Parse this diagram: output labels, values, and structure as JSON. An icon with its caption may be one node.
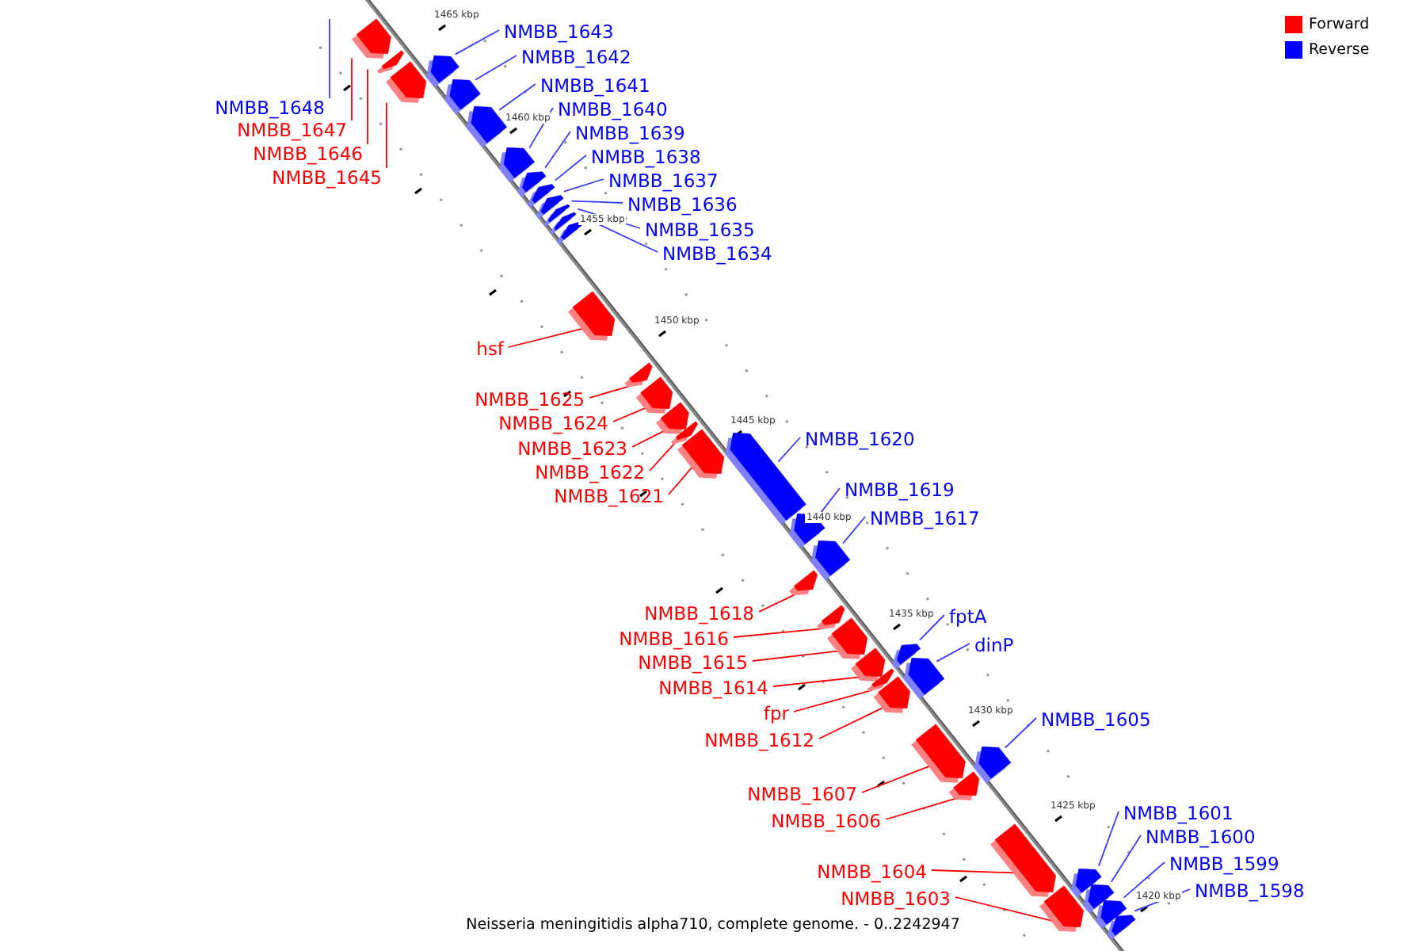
{
  "diagram": {
    "caption": "Neisseria meningitidis alpha710, complete genome. - 0..2242947",
    "nodes": [
      {
        "text": [
          "NMBB_1648"
        ]
      },
      {
        "text": [
          "NMBB_1647"
        ]
      },
      {
        "text": [],
        "shape": "bar"
      },
      {
        "text": [
          "NMBB_1646"
        ]
      },
      {
        "text": [],
        "shape": "bar"
      },
      {
        "text": [
          "NMBB_1645"
        ]
      },
      {
        "text": [],
        "shape": "bar"
      },
      {
        "text": [
          "NMBB_1643"
        ]
      },
      {
        "text": [],
        "shape": "bar"
      },
      {
        "text": [
          "NMBB_1642"
        ]
      },
      {
        "text": [],
        "shape": "bar"
      },
      {
        "text": [
          "NMBB_1641"
        ]
      },
      {
        "text": [],
        "shape": "bar"
      },
      {
        "text": [
          "NMBB_1640"
        ]
      },
      {
        "text": [],
        "shape": "bar"
      },
      {
        "text": [
          "NMBB_1639"
        ]
      },
      {
        "text": [],
        "shape": "bar"
      },
      {
        "text": [
          "NMBB_1638"
        ]
      },
      {
        "text": [],
        "shape": "bar"
      },
      {
        "text": [
          "NMBB_1637"
        ]
      },
      {
        "text": [],
        "shape": "bar"
      },
      {
        "text": [
          "NMBB_1636"
        ]
      },
      {
        "text": [],
        "shape": "bar"
      },
      {
        "text": [
          "NMBB_1635"
        ]
      },
      {
        "text": [],
        "shape": "bar"
      },
      {
        "text": [
          "NMBB_1634"
        ]
      },
      {
        "text": [],
        "shape": "bar"
      },
      {
        "text": [
          "hsf"
        ]
      },
      {
        "text": [],
        "shape": "bar"
      },
      {
        "text": [
          "NMBB_1625"
        ]
      },
      {
        "text": [],
        "shape": "bar"
      },
      {
        "text": [
          "NMBB_1624"
        ]
      },
      {
        "text": [],
        "shape": "bar"
      },
      {
        "text": [
          "NMBB_1623"
        ]
      },
      {
        "text": [],
        "shape": "bar"
      },
      {
        "text": [
          "NMBB_1622"
        ]
      },
      {
        "text": [],
        "shape": "bar"
      },
      {
        "text": [
          "NMBB_1621"
        ]
      },
      {
        "text": [],
        "shape": "bar"
      },
      {
        "text": [
          "NMBB_1620"
        ]
      },
      {
        "text": [],
        "shape": "bar"
      },
      {
        "text": [
          "NMBB_1619"
        ]
      },
      {
        "text": [],
        "shape": "bar"
      },
      {
        "text": [
          "NMBB_1617"
        ]
      },
      {
        "text": [],
        "shape": "bar"
      },
      {
        "text": [
          "NMBB_1618"
        ]
      },
      {
        "text": [],
        "shape": "bar"
      },
      {
        "text": [
          "NMBB_1616"
        ]
      },
      {
        "text": [],
        "shape": "bar"
      },
      {
        "text": [
          "NMBB_1615"
        ]
      },
      {
        "text": [],
        "shape": "bar"
      },
      {
        "text": [
          "NMBB_1614"
        ]
      },
      {
        "text": [],
        "shape": "bar"
      },
      {
        "text": [
          "fptA"
        ]
      },
      {
        "text": [],
        "shape": "bar"
      },
      {
        "text": [
          "dinP"
        ]
      },
      {
        "text": [],
        "shape": "bar"
      },
      {
        "text": [
          "fpr"
        ]
      },
      {
        "text": [],
        "shape": "bar"
      },
      {
        "text": [
          "NMBB_1612"
        ]
      },
      {
        "text": [],
        "shape": "bar"
      },
      {
        "text": [
          "NMBB_1605"
        ]
      },
      {
        "text": [],
        "shape": "bar"
      },
      {
        "text": [
          "NMBB_1607"
        ]
      },
      {
        "text": [],
        "shape": "bar"
      },
      {
        "text": [
          "NMBB_1606"
        ]
      },
      {
        "text": [],
        "shape": "bar"
      },
      {
        "text": [
          "NMBB_1601"
        ]
      },
      {
        "text": [],
        "shape": "bar"
      },
      {
        "text": [
          "NMBB_1600"
        ]
      },
      {
        "text": [],
        "shape": "bar"
      },
      {
        "text": [
          "NMBB_1604"
        ]
      },
      {
        "text": [],
        "shape": "bar"
      },
      {
        "text": [
          "NMBB_1599"
        ]
      },
      {
        "text": [],
        "shape": "bar"
      },
      {
        "text": [
          "NMBB_1603"
        ]
      },
      {
        "text": [],
        "shape": "bar"
      },
      {
        "text": [
          "NMBB_1598"
        ]
      },
      {
        "text": [],
        "shape": "bar"
      }
    ],
    "edges": [
      {
        "from": 0,
        "to": null,
        "arrow": "none"
      },
      {
        "from": 1,
        "to": 2,
        "arrow": "none",
        "color": "#ff0000"
      },
      {
        "from": 3,
        "to": 4,
        "arrow": "none",
        "color": "#ff0000"
      },
      {
        "from": 5,
        "to": 6,
        "arrow": "none",
        "color": "#ff0000"
      },
      {
        "from": 7,
        "to": 8,
        "arrow": "none"
      },
      {
        "from": 9,
        "to": 10,
        "arrow": "none"
      },
      {
        "from": 11,
        "to": 12,
        "arrow": "none"
      },
      {
        "from": 13,
        "to": 14,
        "arrow": "none"
      },
      {
        "from": 15,
        "to": 16,
        "arrow": "none"
      },
      {
        "from": 17,
        "to": 18,
        "arrow": "none"
      },
      {
        "from": 19,
        "to": 20,
        "arrow": "none"
      },
      {
        "from": 21,
        "to": 22,
        "arrow": "none"
      },
      {
        "from": 23,
        "to": 24,
        "arrow": "none"
      },
      {
        "from": 25,
        "to": 26,
        "arrow": "none"
      },
      {
        "from": 27,
        "to": 28,
        "arrow": "none",
        "color": "#ff0000"
      },
      {
        "from": 29,
        "to": 30,
        "arrow": "none",
        "color": "#ff0000"
      },
      {
        "from": 31,
        "to": 32,
        "arrow": "none",
        "color": "#ff0000"
      },
      {
        "from": 33,
        "to": 34,
        "arrow": "none",
        "color": "#ff0000"
      },
      {
        "from": 35,
        "to": 36,
        "arrow": "none",
        "color": "#ff0000"
      },
      {
        "from": 37,
        "to": 38,
        "arrow": "none",
        "color": "#ff0000"
      },
      {
        "from": 39,
        "to": 40,
        "arrow": "none"
      },
      {
        "from": 41,
        "to": 42,
        "arrow": "none"
      },
      {
        "from": 43,
        "to": 44,
        "arrow": "none"
      },
      {
        "from": 45,
        "to": 46,
        "arrow": "none",
        "color": "#ff0000"
      },
      {
        "from": 47,
        "to": 48,
        "arrow": "none",
        "color": "#ff0000"
      },
      {
        "from": 49,
        "to": 50,
        "arrow": "none",
        "color": "#ff0000"
      },
      {
        "from": 51,
        "to": 52,
        "arrow": "none",
        "color": "#ff0000"
      },
      {
        "from": 53,
        "to": 54,
        "arrow": "none"
      },
      {
        "from": 55,
        "to": 56,
        "arrow": "none"
      },
      {
        "from": 57,
        "to": 58,
        "arrow": "none",
        "color": "#ff0000"
      },
      {
        "from": 59,
        "to": 60,
        "arrow": "none",
        "color": "#ff0000"
      },
      {
        "from": 61,
        "to": 62,
        "arrow": "none"
      },
      {
        "from": 63,
        "to": 64,
        "arrow": "none",
        "color": "#ff0000"
      },
      {
        "from": 65,
        "to": 66,
        "arrow": "none",
        "color": "#ff0000"
      },
      {
        "from": 67,
        "to": 68,
        "arrow": "none"
      },
      {
        "from": 69,
        "to": 70,
        "arrow": "none"
      },
      {
        "from": 71,
        "to": 72,
        "arrow": "none",
        "color": "#ff0000"
      },
      {
        "from": 73,
        "to": 74,
        "arrow": "none"
      },
      {
        "from": 75,
        "to": 76,
        "arrow": "none",
        "color": "#ff0000"
      },
      {
        "from": 77,
        "to": 78,
        "arrow": "none"
      }
    ],
    "labels": [
      "1465 kbp",
      "1460 kbp",
      "1455 kbp",
      "1450 kbp",
      "1445 kbp",
      "1440 kbp",
      "1435 kbp",
      "1430 kbp",
      "1425 kbp",
      "1420 kbp"
    ],
    "legend": [
      {
        "text": "Forward",
        "color": "#ff0000"
      },
      {
        "text": "Reverse",
        "color": "#0000ff"
      }
    ]
  }
}
